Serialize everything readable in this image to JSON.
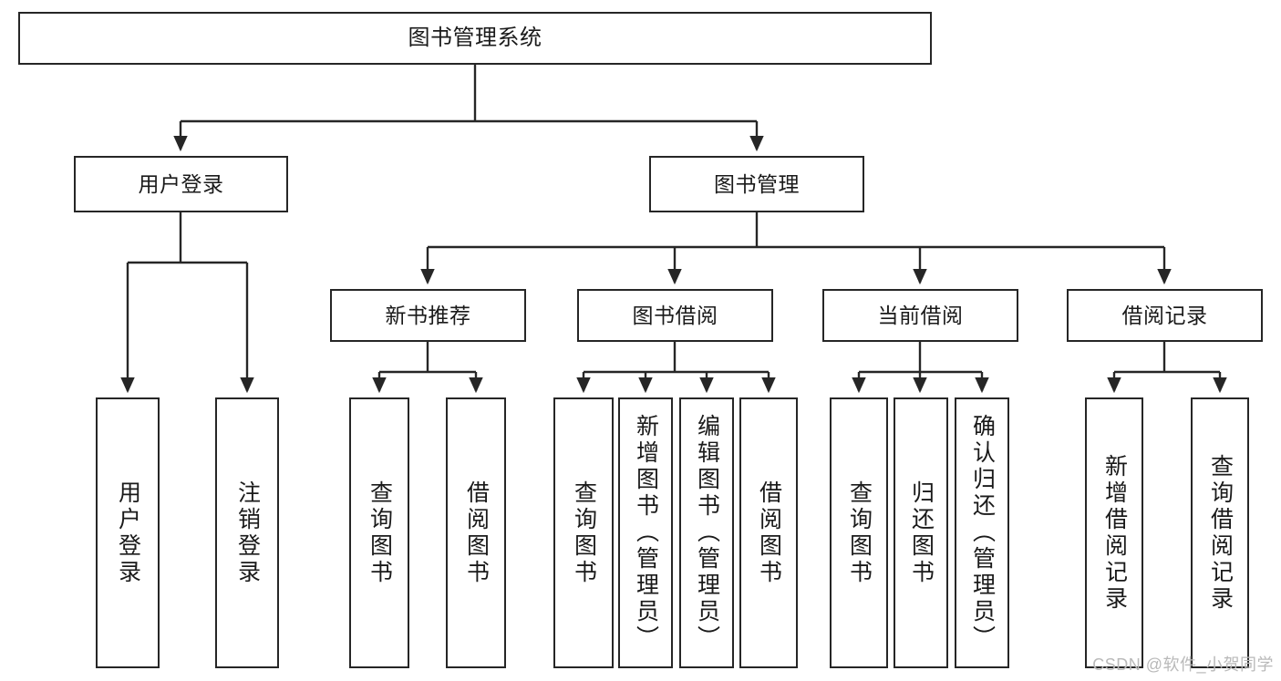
{
  "diagram": {
    "type": "tree",
    "title": "图书管理系统",
    "orientation": "top-down",
    "line_color": "#262626",
    "box_fill": "#ffffff",
    "text_color": "#1a1a1a",
    "nodes": {
      "root": {
        "label": "图书管理系统",
        "level": 1
      },
      "user_login": {
        "label": "用户登录",
        "level": 2
      },
      "book_manage": {
        "label": "图书管理",
        "level": 2
      },
      "new_book_rec": {
        "label": "新书推荐",
        "level": 3
      },
      "book_borrow": {
        "label": "图书借阅",
        "level": 3
      },
      "current_borrow": {
        "label": "当前借阅",
        "level": 3
      },
      "borrow_record": {
        "label": "借阅记录",
        "level": 3
      },
      "leaf_user_login": {
        "label": "用户登录",
        "level": 4
      },
      "leaf_logout": {
        "label": "注销登录",
        "level": 4
      },
      "leaf_query_book_1": {
        "label": "查询图书",
        "level": 4
      },
      "leaf_borrow_book_1": {
        "label": "借阅图书",
        "level": 4
      },
      "leaf_query_book_2": {
        "label": "查询图书",
        "level": 4
      },
      "leaf_add_book": {
        "label": "新增图书（管理员）",
        "level": 4
      },
      "leaf_edit_book": {
        "label": "编辑图书（管理员）",
        "level": 4
      },
      "leaf_borrow_book_2": {
        "label": "借阅图书",
        "level": 4
      },
      "leaf_query_book_3": {
        "label": "查询图书",
        "level": 4
      },
      "leaf_return_book": {
        "label": "归还图书",
        "level": 4
      },
      "leaf_confirm_return": {
        "label": "确认归还（管理员）",
        "level": 4
      },
      "leaf_add_record": {
        "label": "新增借阅记录",
        "level": 4
      },
      "leaf_query_record": {
        "label": "查询借阅记录",
        "level": 4
      }
    }
  },
  "watermark": {
    "text": "CSDN @软件_小贺同学"
  }
}
